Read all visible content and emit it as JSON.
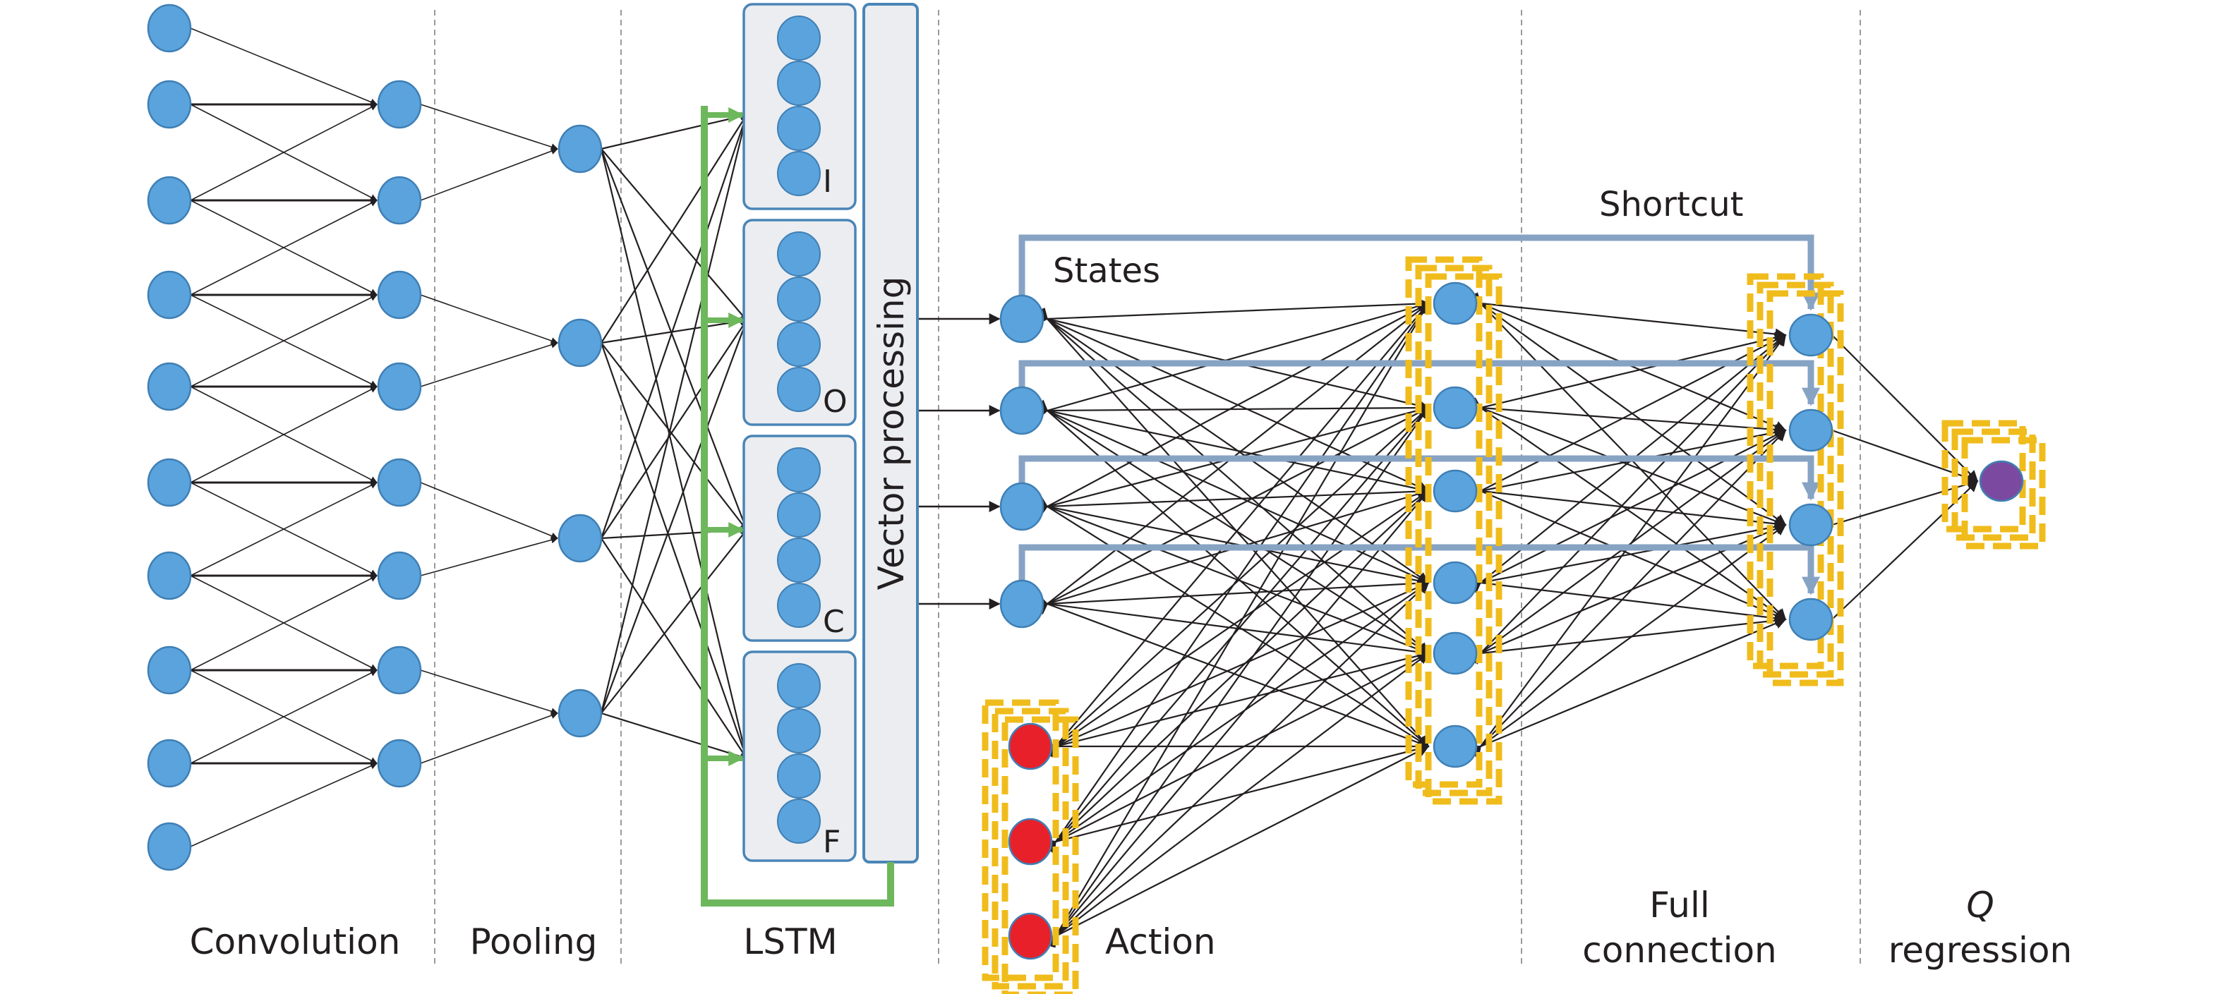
{
  "figure": {
    "type": "neural-network-architecture",
    "colors": {
      "node": "#5ba3dc",
      "node_stroke": "#3f7fb5",
      "action_node": "#e8202a",
      "q_node": "#7b4aa0",
      "edge": "#231f20",
      "lstm_loop": "#6db75c",
      "shortcut": "#87a3c4",
      "highlight_dashed": "#f0bc1c",
      "gate_box_fill": "#ebedf0",
      "gate_box_stroke": "#4a85b7",
      "separator": "#9a9a9a"
    }
  },
  "sections": [
    {
      "id": "convolution",
      "label": "Convolution"
    },
    {
      "id": "pooling",
      "label": "Pooling"
    },
    {
      "id": "lstm",
      "label": "LSTM"
    },
    {
      "id": "action",
      "label": "Action"
    },
    {
      "id": "full-connection",
      "label_line1": "Full",
      "label_line2": "connection"
    },
    {
      "id": "q-regression",
      "label_line1": "Q",
      "label_line2": "regression"
    }
  ],
  "labels": {
    "convolution": "Convolution",
    "pooling": "Pooling",
    "lstm": "LSTM",
    "action": "Action",
    "full_connection_1": "Full",
    "full_connection_2": "connection",
    "q_regression_1": "Q",
    "q_regression_2": "regression",
    "states": "States",
    "shortcut": "Shortcut",
    "vector_processing": "Vector processing"
  },
  "layers": {
    "input": {
      "count": 10
    },
    "convolution": {
      "count": 8
    },
    "pooling": {
      "count": 4
    },
    "lstm_gates": [
      {
        "name": "I",
        "units": 4
      },
      {
        "name": "O",
        "units": 4
      },
      {
        "name": "C",
        "units": 4
      },
      {
        "name": "F",
        "units": 4
      }
    ],
    "states": {
      "count": 4
    },
    "actions": {
      "count": 3
    },
    "hidden": {
      "count": 6
    },
    "full_connection": {
      "count": 4
    },
    "q_output": {
      "count": 1
    }
  }
}
